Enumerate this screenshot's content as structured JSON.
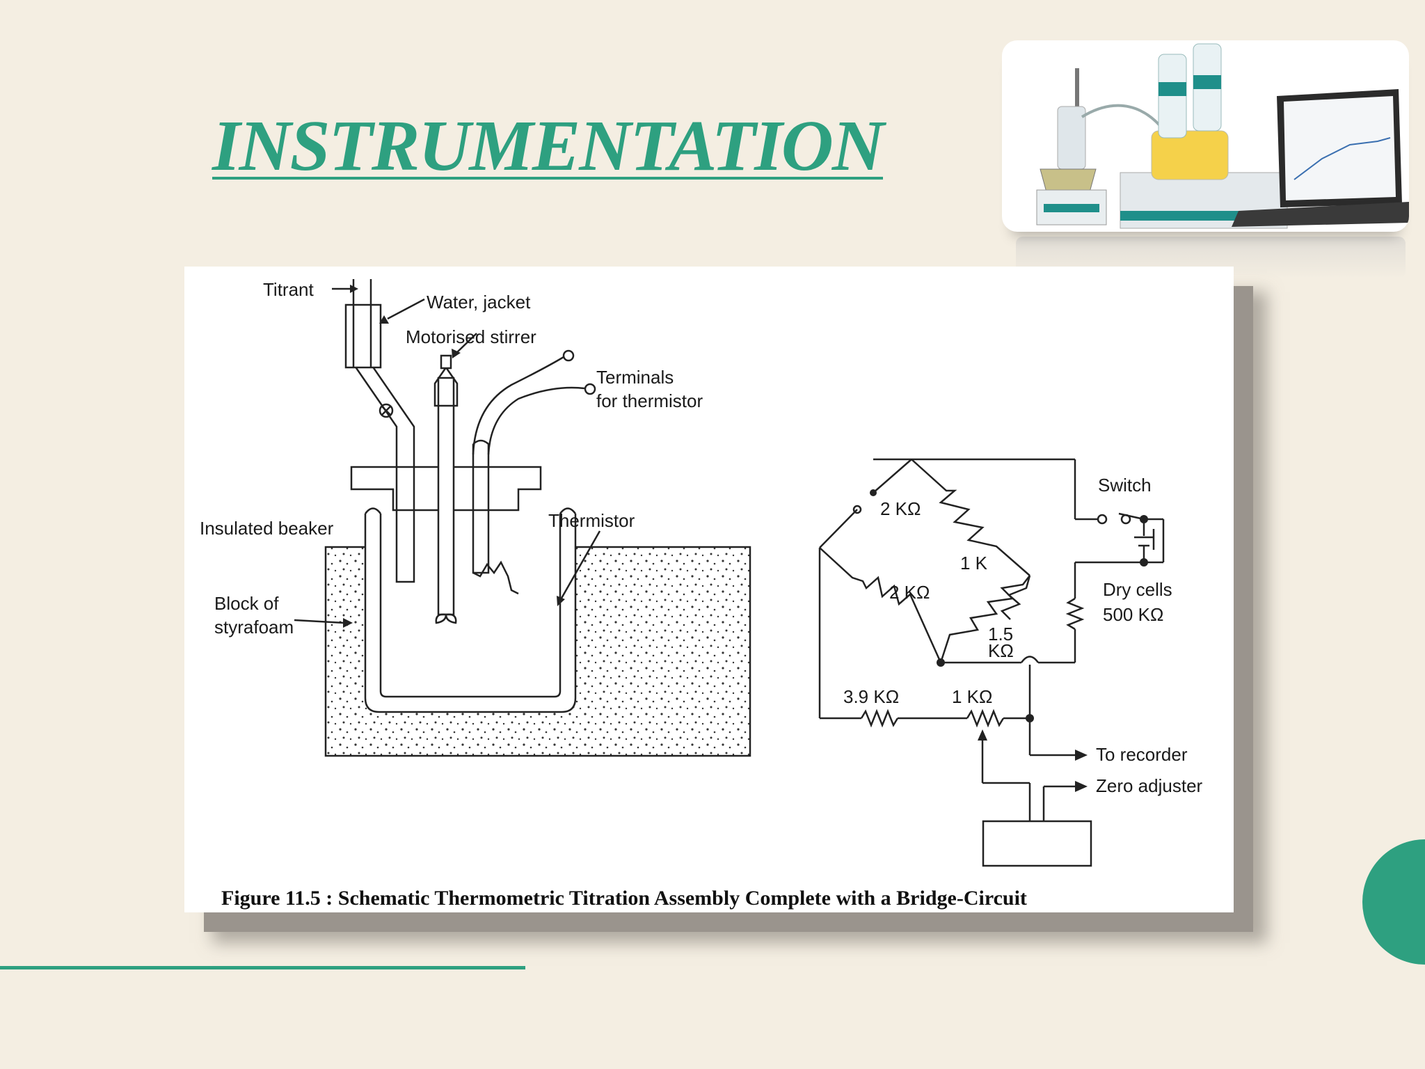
{
  "slide": {
    "title": "INSTRUMENTATION",
    "accent_color": "#2ea080",
    "background_color": "#f4eee2"
  },
  "photo": {
    "icon": "titrator-photo"
  },
  "figure": {
    "caption": "Figure 11.5 : Schematic Thermometric Titration Assembly Complete with a Bridge-Circuit",
    "apparatus_labels": {
      "titrant": "Titrant",
      "water_jacket": "Water, jacket",
      "motorised_stirrer": "Motorised stirrer",
      "terminals_line1": "Terminals",
      "terminals_line2": "for thermistor",
      "insulated_beaker": "Insulated beaker",
      "thermistor": "Thermistor",
      "block_line1": "Block of",
      "block_line2": "styrafoam"
    },
    "circuit_labels": {
      "r_top_left": "2 KΩ",
      "r_top_right": "1 K",
      "r_bottom_left": "2 KΩ",
      "r_bottom_right_value": "1.5",
      "r_bottom_right_unit": "KΩ",
      "switch": "Switch",
      "dry_cells_line1": "Dry cells",
      "dry_cells_line2": "500 KΩ",
      "r_series": "3.9 KΩ",
      "r_pot": "1 KΩ",
      "to_recorder": "To recorder",
      "zero_adjuster": "Zero adjuster"
    }
  }
}
